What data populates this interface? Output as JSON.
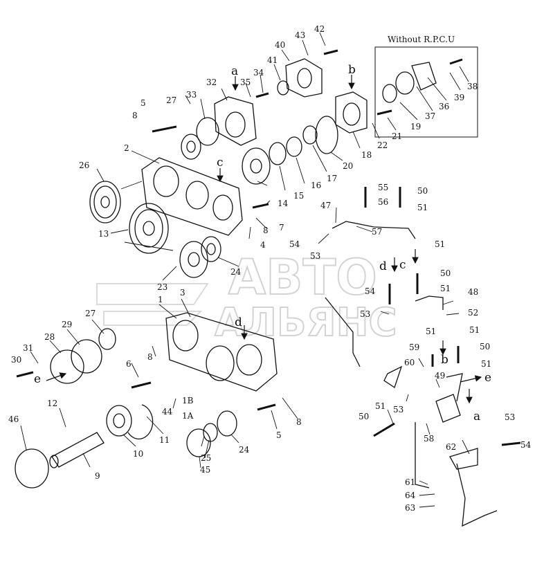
{
  "inset_label": "Without R.P.C.U",
  "watermark": {
    "line1": "АВТО",
    "line2": "АЛЬЯНС"
  },
  "part_labels": [
    "1",
    "1A",
    "1B",
    "2",
    "3",
    "4",
    "5",
    "6",
    "7",
    "8",
    "9",
    "10",
    "11",
    "12",
    "13",
    "14",
    "15",
    "16",
    "17",
    "18",
    "19",
    "20",
    "21",
    "22",
    "23",
    "24",
    "25",
    "26",
    "27",
    "28",
    "29",
    "30",
    "31",
    "32",
    "33",
    "34",
    "35",
    "36",
    "37",
    "38",
    "39",
    "40",
    "41",
    "42",
    "43",
    "44",
    "45",
    "46",
    "47",
    "48",
    "49",
    "50",
    "51",
    "52",
    "53",
    "54",
    "55",
    "56",
    "57",
    "58",
    "59",
    "60",
    "61",
    "62",
    "63",
    "64"
  ],
  "connection_letters": [
    "a",
    "b",
    "c",
    "d",
    "e"
  ]
}
